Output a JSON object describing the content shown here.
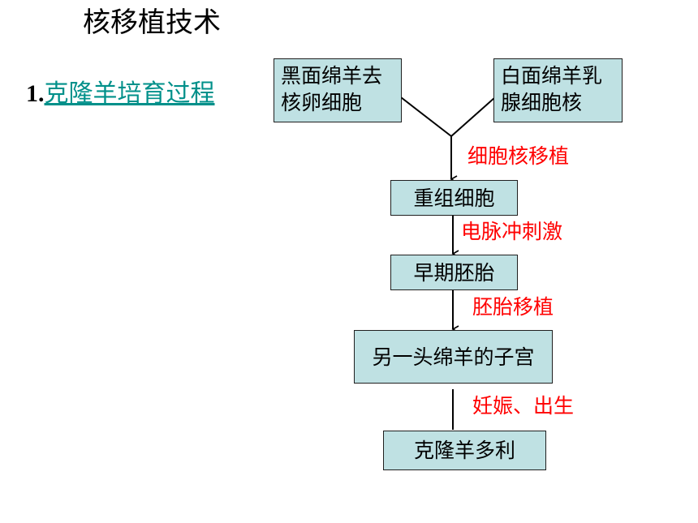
{
  "slide": {
    "title": "核移植技术",
    "subtitle": {
      "number": "1.",
      "link_text": "克隆羊培育过程"
    }
  },
  "flow": {
    "source_left": [
      "黑面绵羊去",
      "核卵细胞"
    ],
    "source_right": [
      "白面绵羊乳",
      "腺细胞核"
    ],
    "nodes": [
      "重组细胞",
      "早期胚胎",
      "另一头绵羊的子宫",
      "克隆羊多利"
    ],
    "step_labels": [
      "细胞核移植",
      "电脉冲刺激",
      "胚胎移植",
      "妊娠、出生"
    ]
  },
  "colors": {
    "box_fill": "#bfe1e3",
    "step_label": "#ff0000",
    "link": "#00908a",
    "line": "#000000"
  }
}
